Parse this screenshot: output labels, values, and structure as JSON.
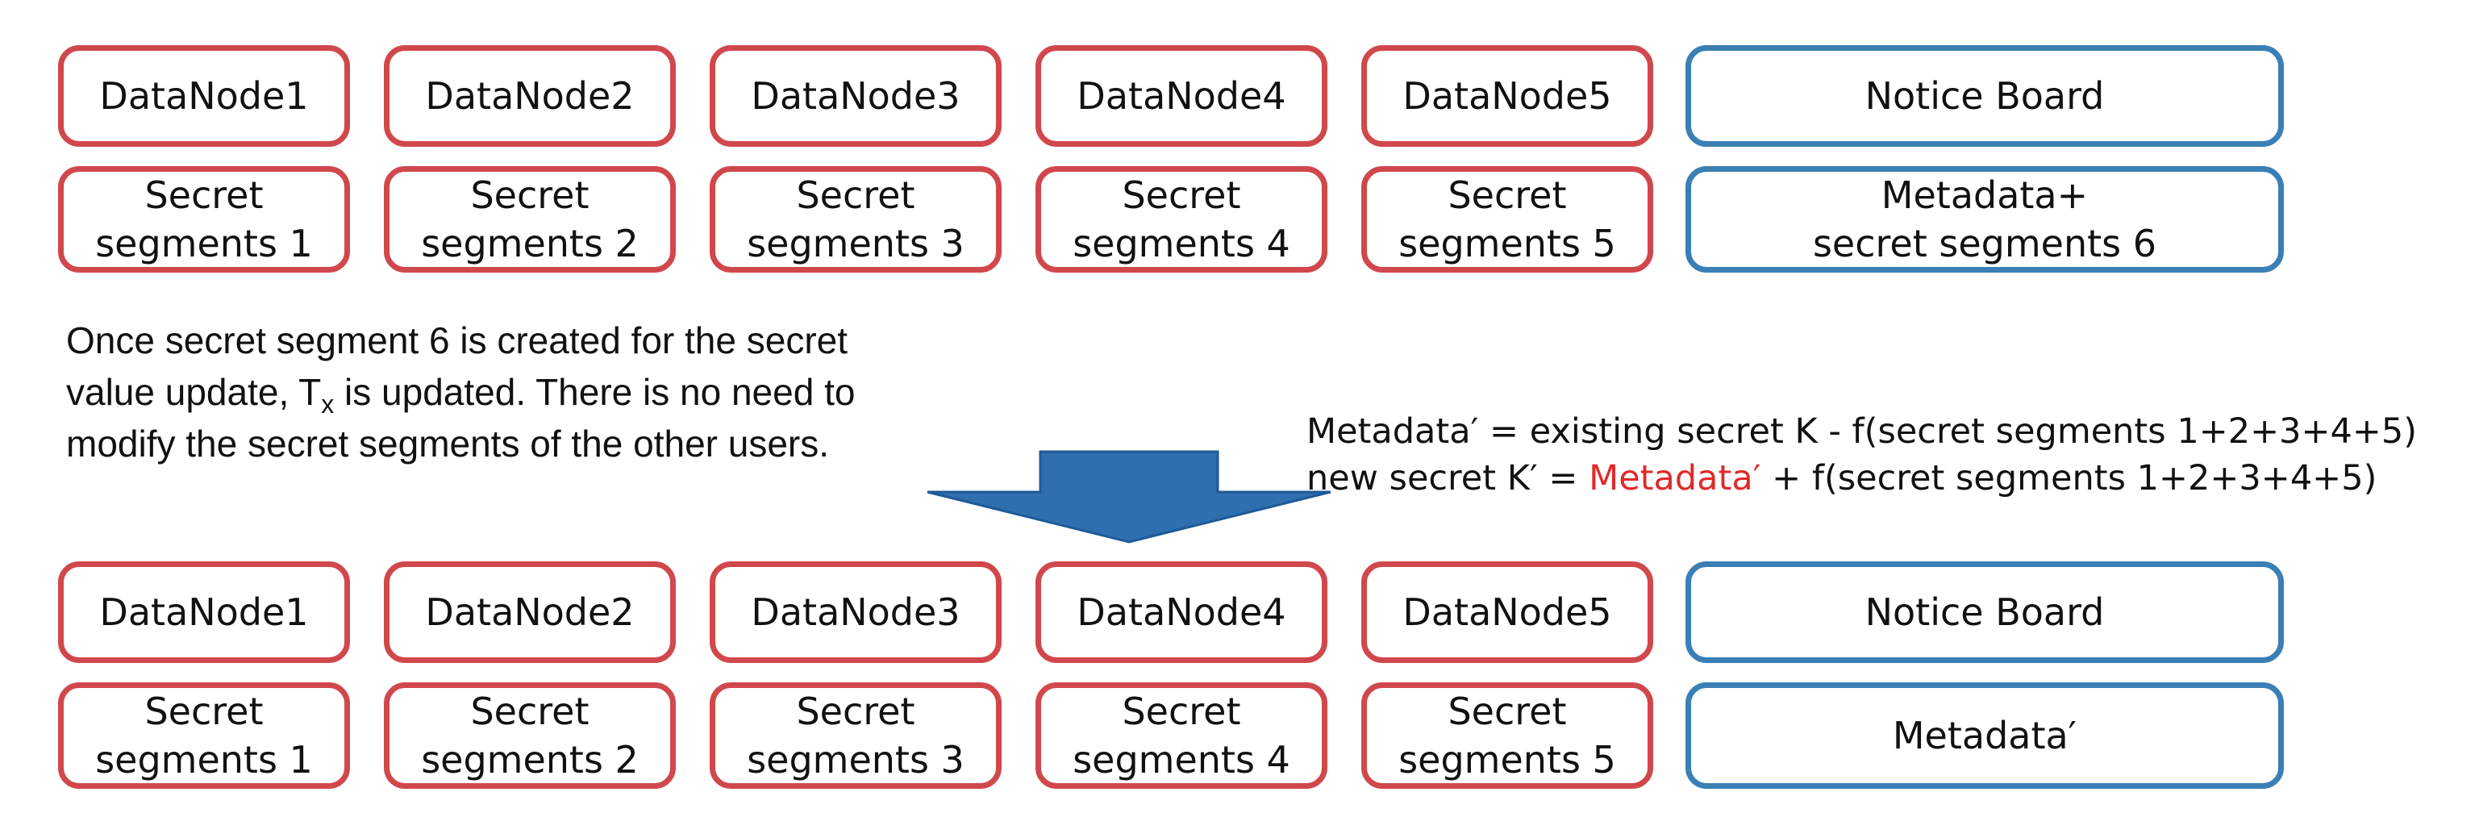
{
  "top": {
    "nodes": [
      "DataNode1",
      "DataNode2",
      "DataNode3",
      "DataNode4",
      "DataNode5"
    ],
    "notice_board": "Notice Board",
    "segments": [
      [
        "Secret",
        "segments 1"
      ],
      [
        "Secret",
        "segments 2"
      ],
      [
        "Secret",
        "segments 3"
      ],
      [
        "Secret",
        "segments 4"
      ],
      [
        "Secret",
        "segments 5"
      ]
    ],
    "notice_content": [
      "Metadata+",
      "secret segments 6"
    ]
  },
  "note": {
    "line1": "Once secret segment 6 is created for the secret",
    "line2_before": "value update, T",
    "line2_sub": "x",
    "line2_after": " is updated.  There is no need to",
    "line3": "modify the secret segments of the other users."
  },
  "formula": {
    "line1": "Metadata′ = existing secret K - f(secret segments 1+2+3+4+5)",
    "line2_prefix": "new secret K′ = ",
    "line2_highlight": "Metadata′",
    "line2_suffix": " + f(secret segments 1+2+3+4+5)"
  },
  "bottom": {
    "nodes": [
      "DataNode1",
      "DataNode2",
      "DataNode3",
      "DataNode4",
      "DataNode5"
    ],
    "notice_board": "Notice Board",
    "segments": [
      [
        "Secret",
        "segments 1"
      ],
      [
        "Secret",
        "segments 2"
      ],
      [
        "Secret",
        "segments 3"
      ],
      [
        "Secret",
        "segments 4"
      ],
      [
        "Secret",
        "segments 5"
      ]
    ],
    "notice_content": "Metadata′"
  },
  "colors": {
    "node_border": "#d0484c",
    "board_border": "#3a7fb5",
    "arrow_fill": "#2e6fb0",
    "highlight": "#e02a2a"
  }
}
